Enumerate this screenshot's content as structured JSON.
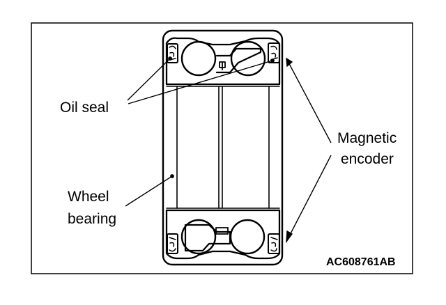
{
  "labels": {
    "oil_seal": "Oil seal",
    "magnetic_encoder_line1": "Magnetic",
    "magnetic_encoder_line2": "encoder",
    "wheel_bearing_line1": "Wheel",
    "wheel_bearing_line2": "bearing",
    "figure_code": "AC608761AB"
  },
  "colors": {
    "line": "#000000",
    "background": "#ffffff"
  }
}
